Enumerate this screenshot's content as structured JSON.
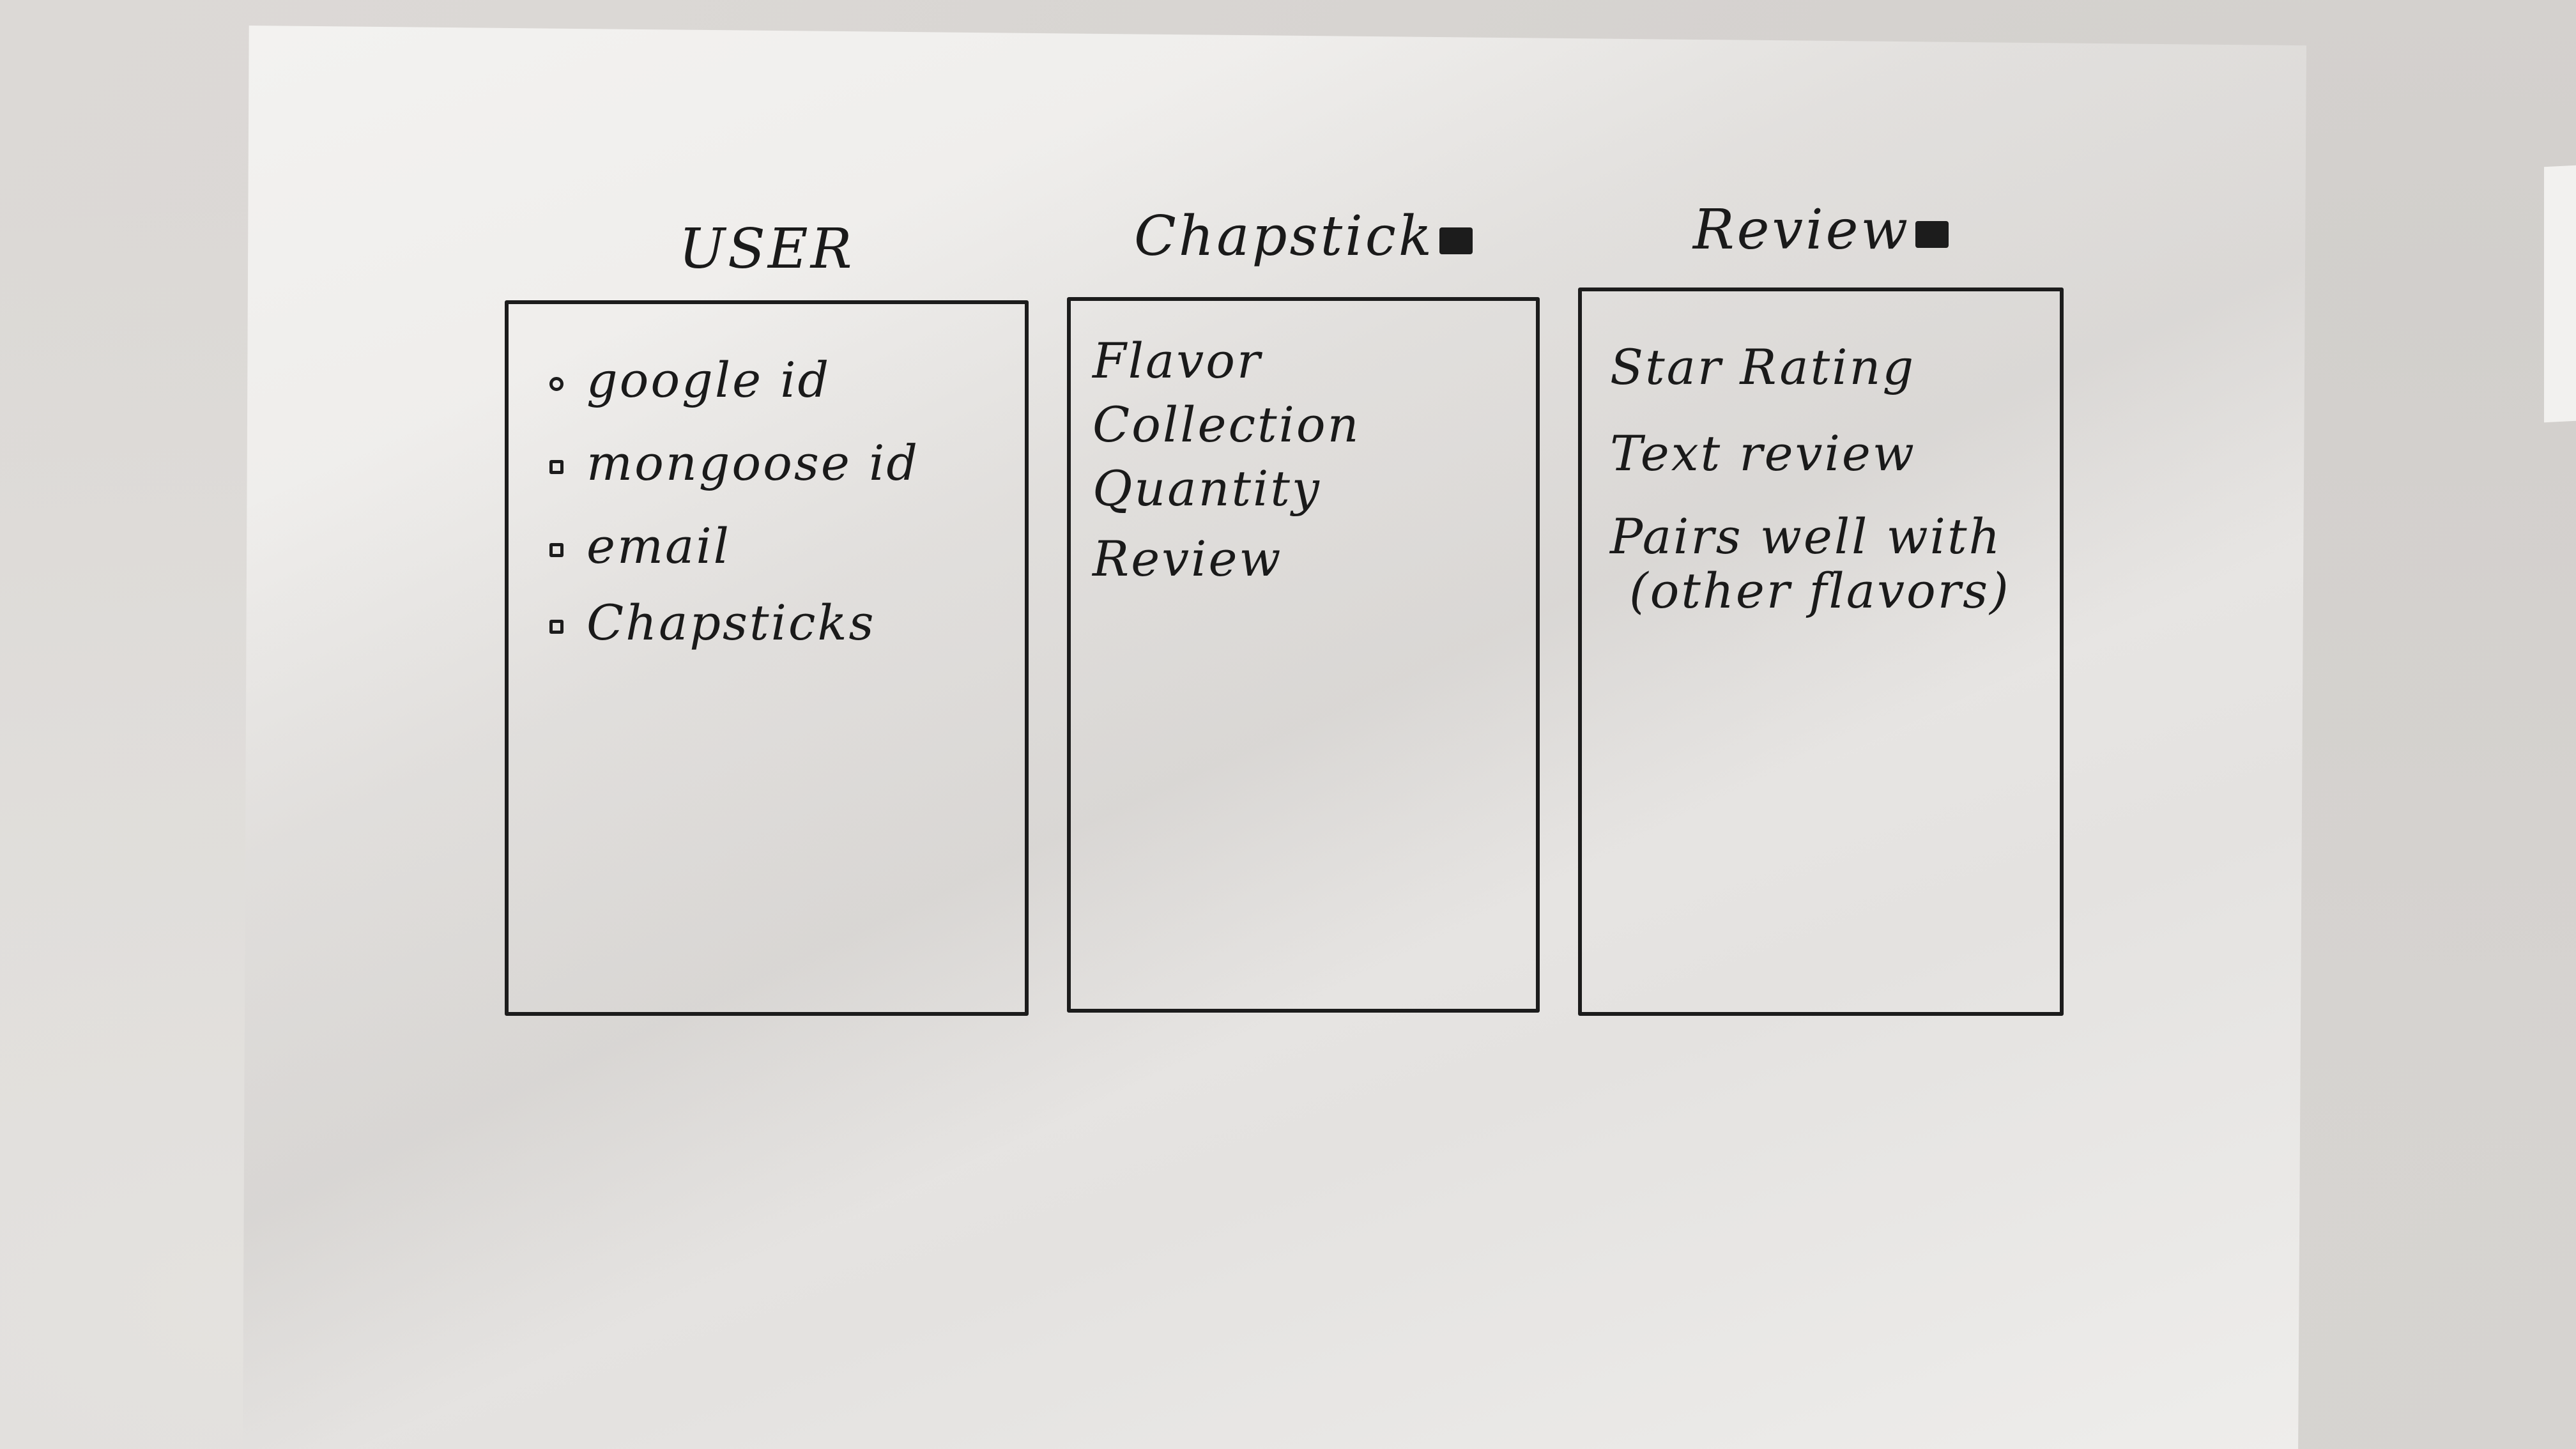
{
  "diagram": {
    "entities": [
      {
        "name": "USER",
        "attributes": [
          "google id",
          "mongoose id",
          "email",
          "Chapsticks"
        ],
        "bulleted": true
      },
      {
        "name": "Chapstick",
        "attributes": [
          "Flavor",
          "Collection",
          "Quantity",
          "Review"
        ],
        "bulleted": false
      },
      {
        "name": "Review",
        "attributes": [
          "Star Rating",
          "Text review",
          "Pairs well with",
          "(other flavors)"
        ],
        "bulleted": false
      }
    ]
  },
  "colors": {
    "ink": "#1c1c1c",
    "paper": "#f0efed",
    "countertop": "#d9d6d3"
  }
}
